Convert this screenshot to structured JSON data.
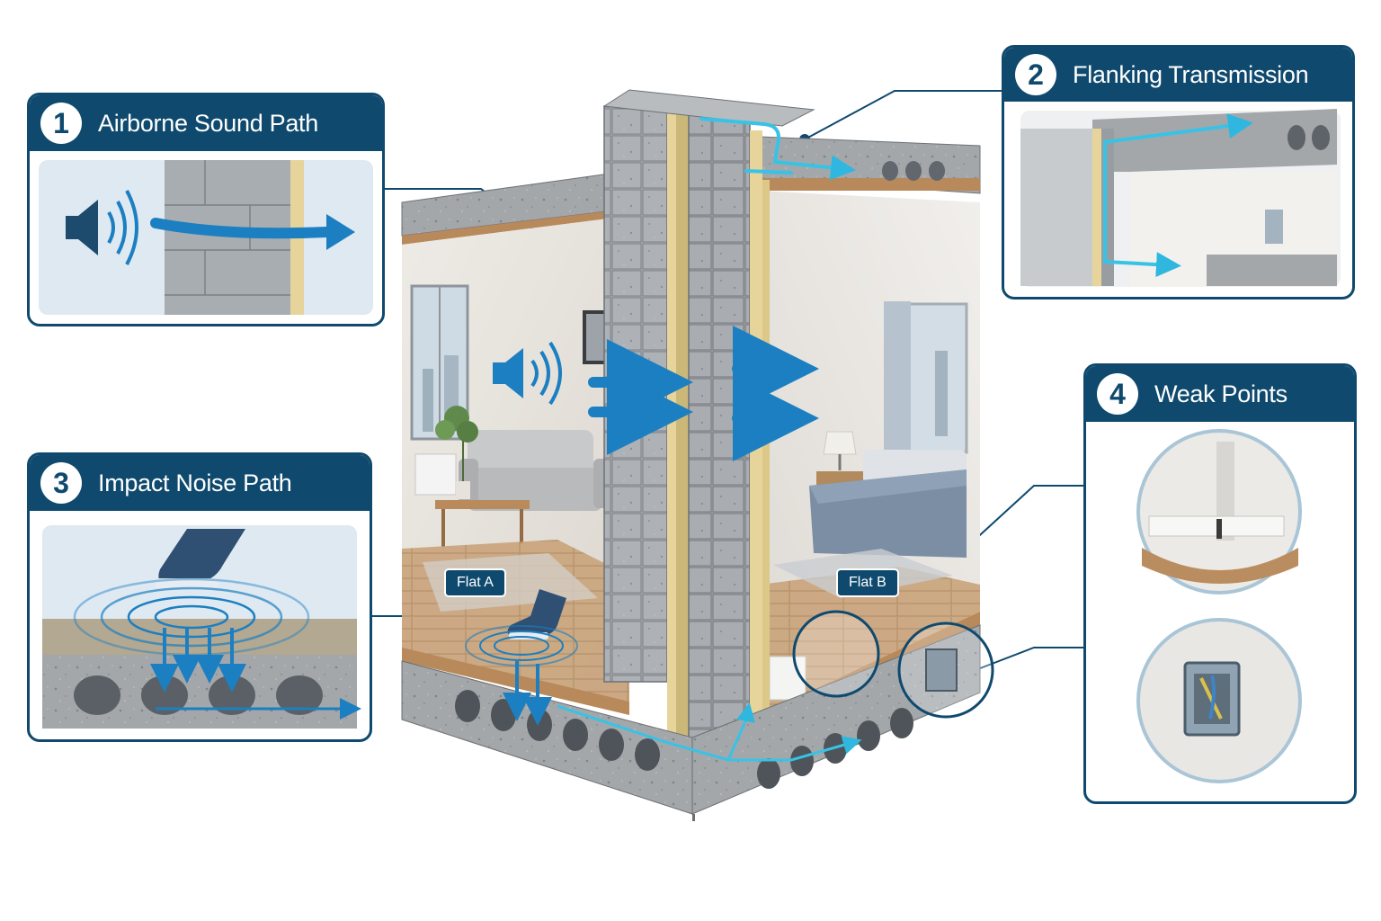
{
  "callouts": {
    "airborne": {
      "number": "1",
      "title": "Airborne Sound Path"
    },
    "flanking": {
      "number": "2",
      "title": "Flanking Transmission"
    },
    "impact": {
      "number": "3",
      "title": "Impact Noise Path"
    },
    "weak": {
      "number": "4",
      "title": "Weak Points"
    }
  },
  "rooms": {
    "left": "Flat A",
    "right": "Flat B"
  },
  "colors": {
    "panel_navy": "#0f4a6e",
    "sound_blue": "#1b7fc1",
    "flank_cyan": "#38c3e6",
    "concrete": "#9aa0a5",
    "insulation": "#e6d49a"
  },
  "icons": [
    "speaker-icon",
    "footstep-icon",
    "sound-arrow-icon"
  ]
}
